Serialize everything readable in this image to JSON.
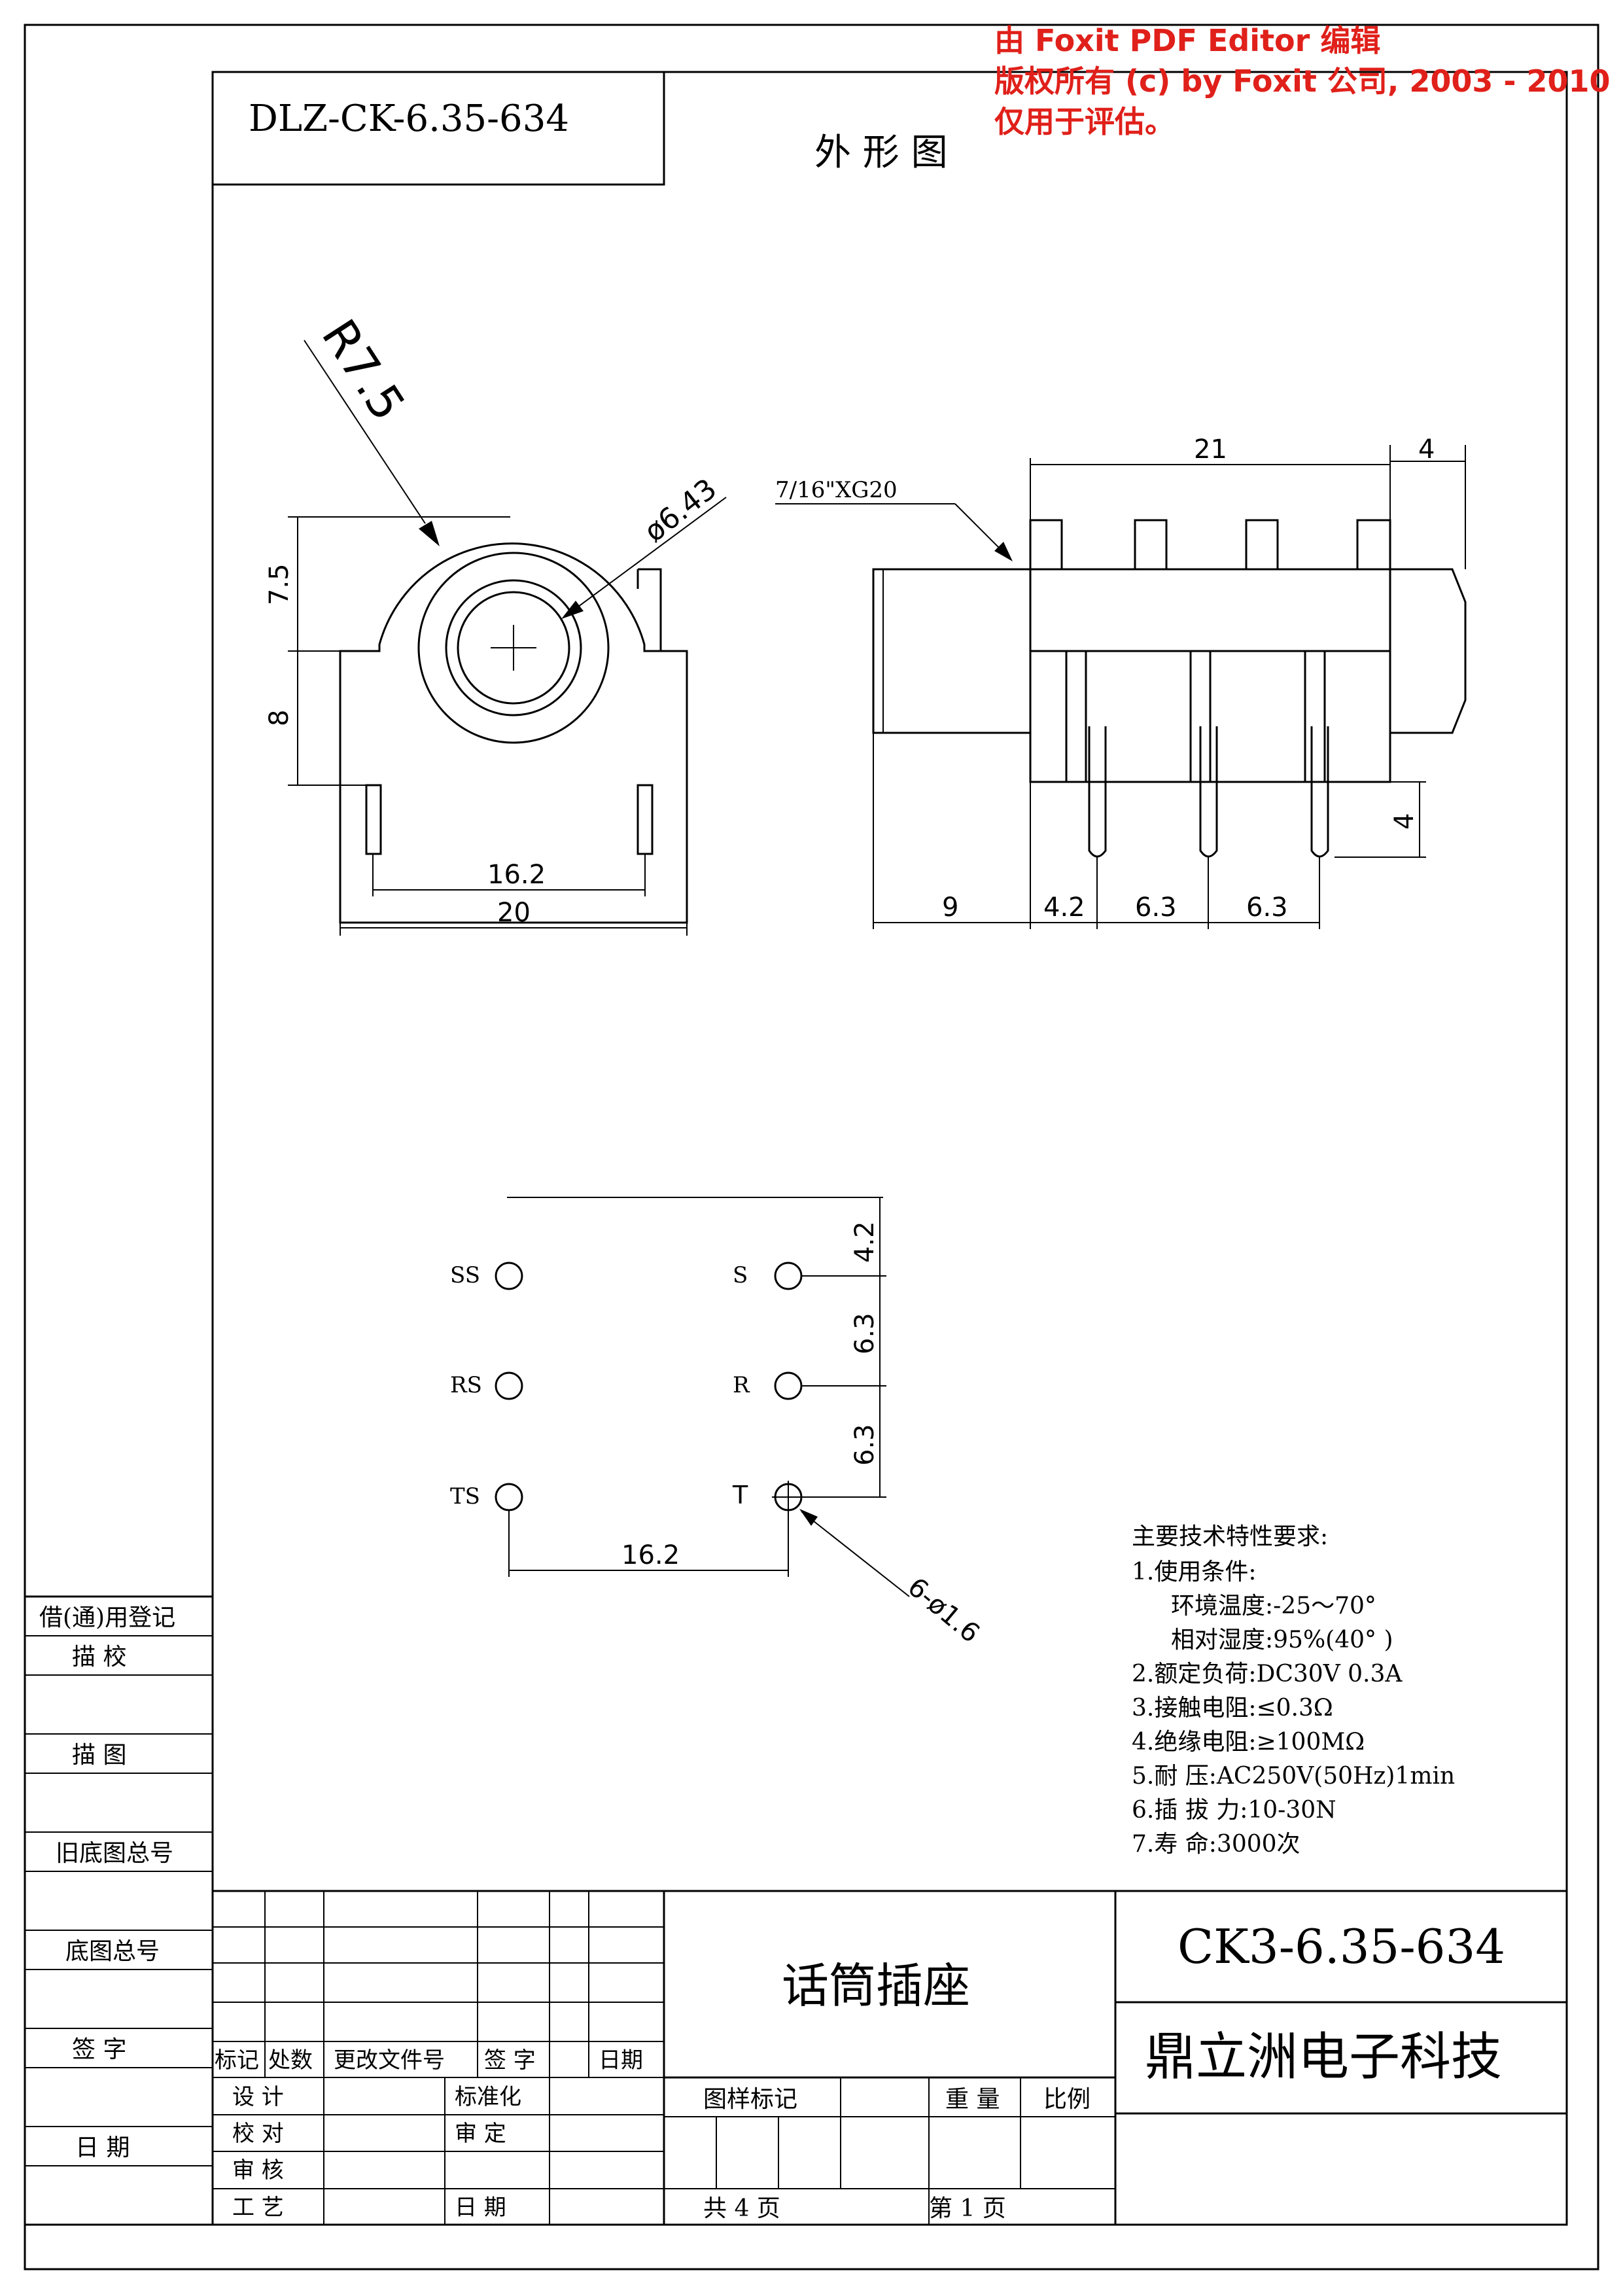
{
  "watermark": {
    "line1": "由 Foxit PDF Editor 编辑",
    "line2": "版权所有 (c) by Foxit 公司, 2003 - 2010",
    "line3": "仅用于评估。",
    "color": "#e0201a"
  },
  "header": {
    "drawing_code": "DLZ-CK-6.35-634",
    "view_title": "外 形 图"
  },
  "front_view": {
    "radius_label": "R7.5",
    "diameter_label": "ø6.43",
    "dim_height_top": "7.5",
    "dim_height_bottom": "8",
    "dim_pin_spacing": "16.2",
    "dim_width": "20"
  },
  "side_view": {
    "thread_label": "7/16\"XG20",
    "dim_length": "21",
    "dim_nose": "4",
    "dim_pin_len": "4",
    "dim_barrel": "9",
    "dim_pitch_1": "4.2",
    "dim_pitch_2": "6.3",
    "dim_pitch_3": "6.3"
  },
  "pin_layout": {
    "left_labels": [
      "SS",
      "RS",
      "TS"
    ],
    "right_labels": [
      "S",
      "R",
      "T"
    ],
    "dim_top": "4.2",
    "dim_mid_1": "6.3",
    "dim_mid_2": "6.3",
    "dim_spacing": "16.2",
    "hole_label": "6-ø1.6"
  },
  "specs": {
    "title": "主要技术特性要求:",
    "lines": [
      "1.使用条件:",
      "环境温度:-25～70°",
      "相对湿度:95%(40° )",
      "2.额定负荷:DC30V 0.3A",
      "3.接触电阻:≤0.3Ω",
      "4.绝缘电阻:≥100MΩ",
      "5.耐 压:AC250V(50Hz)1min",
      "6.插 拔 力:10-30N",
      "7.寿 命:3000次"
    ]
  },
  "left_column": {
    "cells": [
      "借(通)用登记",
      "描 校",
      "描 图",
      "旧底图总号",
      "底图总号",
      "签 字",
      "日 期"
    ]
  },
  "title_block": {
    "rev_headers": [
      "标记",
      "处数",
      "更改文件号",
      "签 字",
      "日期"
    ],
    "sign_left": [
      "设 计",
      "校 对",
      "审 核",
      "工 艺"
    ],
    "sign_mid": [
      "标准化",
      "审 定",
      "日 期"
    ],
    "product_name": "话筒插座",
    "marking_label": "图样标记",
    "weight_label": "重 量",
    "scale_label": "比例",
    "total_pages": "共 4 页",
    "page_no": "第 1 页",
    "part_number": "CK3-6.35-634",
    "company": "鼎立洲电子科技"
  }
}
